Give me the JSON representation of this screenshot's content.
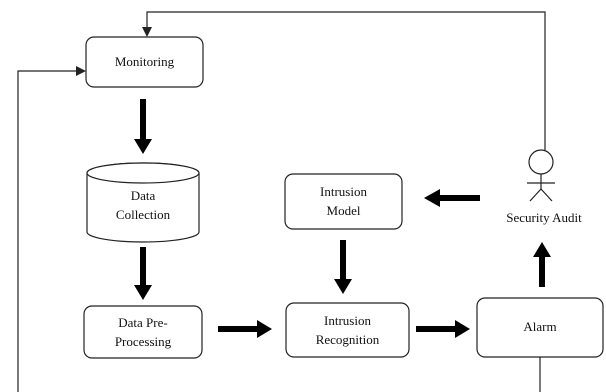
{
  "nodes": {
    "monitoring": {
      "label": "Monitoring"
    },
    "data_collection": {
      "line1": "Data",
      "line2": "Collection"
    },
    "data_preprocessing": {
      "line1": "Data Pre-",
      "line2": "Processing"
    },
    "intrusion_model": {
      "line1": "Intrusion",
      "line2": "Model"
    },
    "intrusion_recognition": {
      "line1": "Intrusion",
      "line2": "Recognition"
    },
    "alarm": {
      "label": "Alarm"
    },
    "security_audit": {
      "label": "Security Audit"
    }
  },
  "colors": {
    "stroke": "#222222",
    "arrow_fill": "#000000",
    "background": "#ffffff"
  }
}
